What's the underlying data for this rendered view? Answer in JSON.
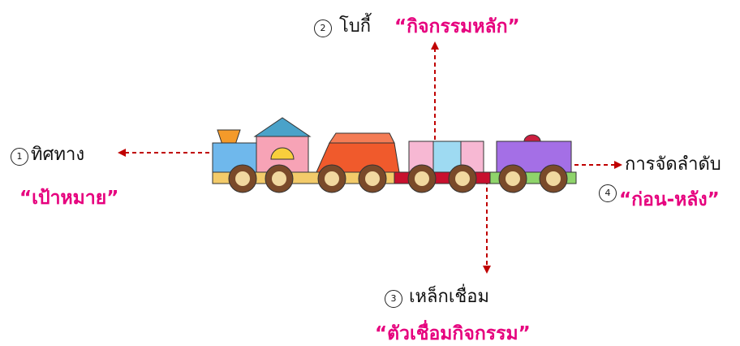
{
  "colors": {
    "arrow": "#c00000",
    "highlight": "#e6007e"
  },
  "callouts": [
    {
      "number": "1",
      "label": "ทิศทาง",
      "highlight": "“เป้าหมาย”"
    },
    {
      "number": "2",
      "label": "โบกี้",
      "highlight": "“กิจกรรมหลัก”"
    },
    {
      "number": "3",
      "label": "เหล็กเชื่อม",
      "highlight": "“ตัวเชื่อมกิจกรรม”"
    },
    {
      "number": "4",
      "label": "การจัดลำดับ",
      "highlight": "“ก่อน-หลัง”"
    }
  ],
  "illustration": "toy-train"
}
